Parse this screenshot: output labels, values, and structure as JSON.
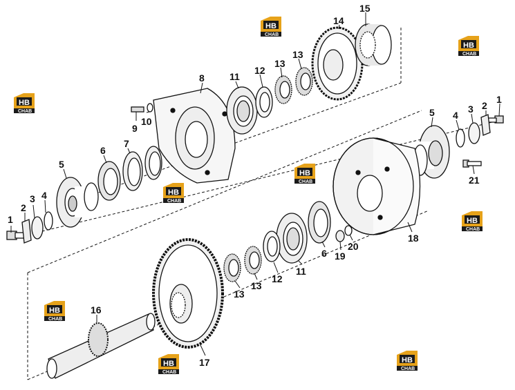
{
  "watermark": {
    "logo_text": "HB",
    "word": "CHAB",
    "colors": {
      "gold": "#E6A21A",
      "dark": "#1a1a1a"
    }
  },
  "callouts": {
    "c1a": "1",
    "c2a": "2",
    "c3a": "3",
    "c4a": "4",
    "c5a": "5",
    "c6a": "6",
    "c7": "7",
    "c8": "8",
    "c9": "9",
    "c10": "10",
    "c11a": "11",
    "c12a": "12",
    "c13a": "13",
    "c13b": "13",
    "c14": "14",
    "c15": "15",
    "c1b": "1",
    "c2b": "2",
    "c3b": "3",
    "c4b": "4",
    "c5b": "5",
    "c21": "21",
    "c18": "18",
    "c6b": "6",
    "c20": "20",
    "c19": "19",
    "c11b": "11",
    "c12b": "12",
    "c13c": "13",
    "c13d": "13",
    "c16": "16",
    "c17": "17"
  }
}
